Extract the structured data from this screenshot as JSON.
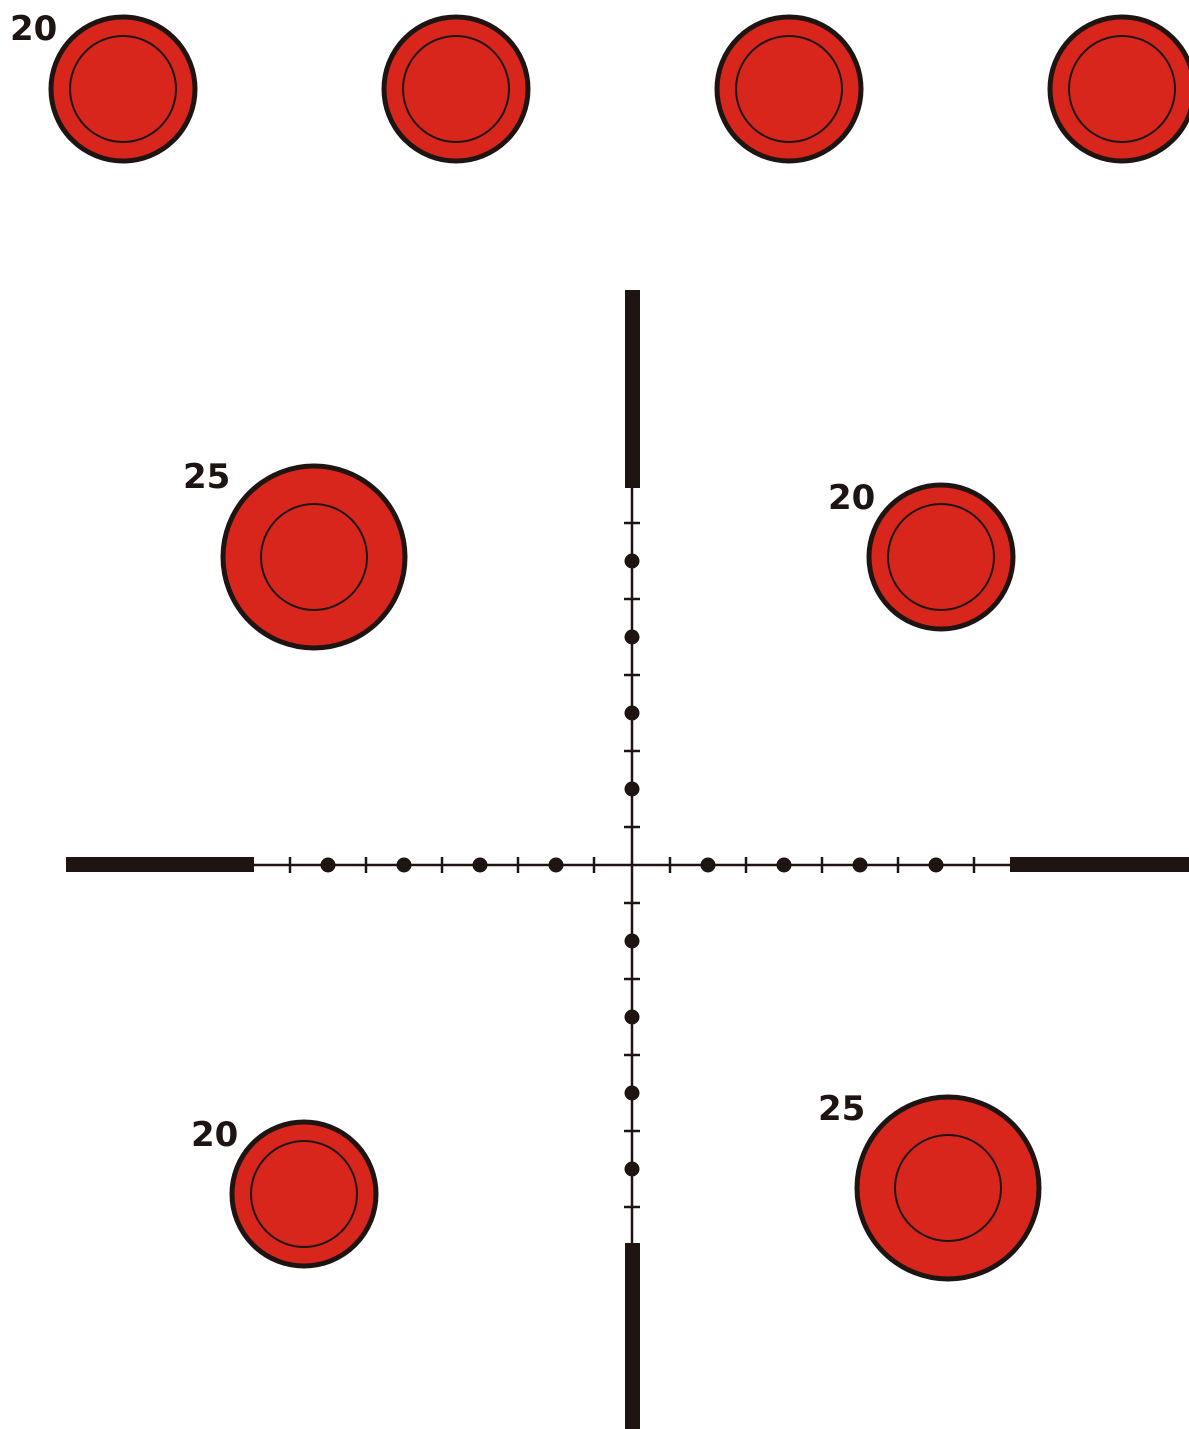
{
  "colors": {
    "target_fill": "#d9261c",
    "ink": "#1e1512",
    "background": "#ffffff"
  },
  "top_row": [
    {
      "label": "20"
    },
    {
      "label": ""
    },
    {
      "label": ""
    },
    {
      "label": ""
    }
  ],
  "targets": [
    {
      "position": "upper-left",
      "label": "25"
    },
    {
      "position": "upper-right",
      "label": "20"
    },
    {
      "position": "lower-left",
      "label": "20"
    },
    {
      "position": "lower-right",
      "label": "25"
    }
  ]
}
